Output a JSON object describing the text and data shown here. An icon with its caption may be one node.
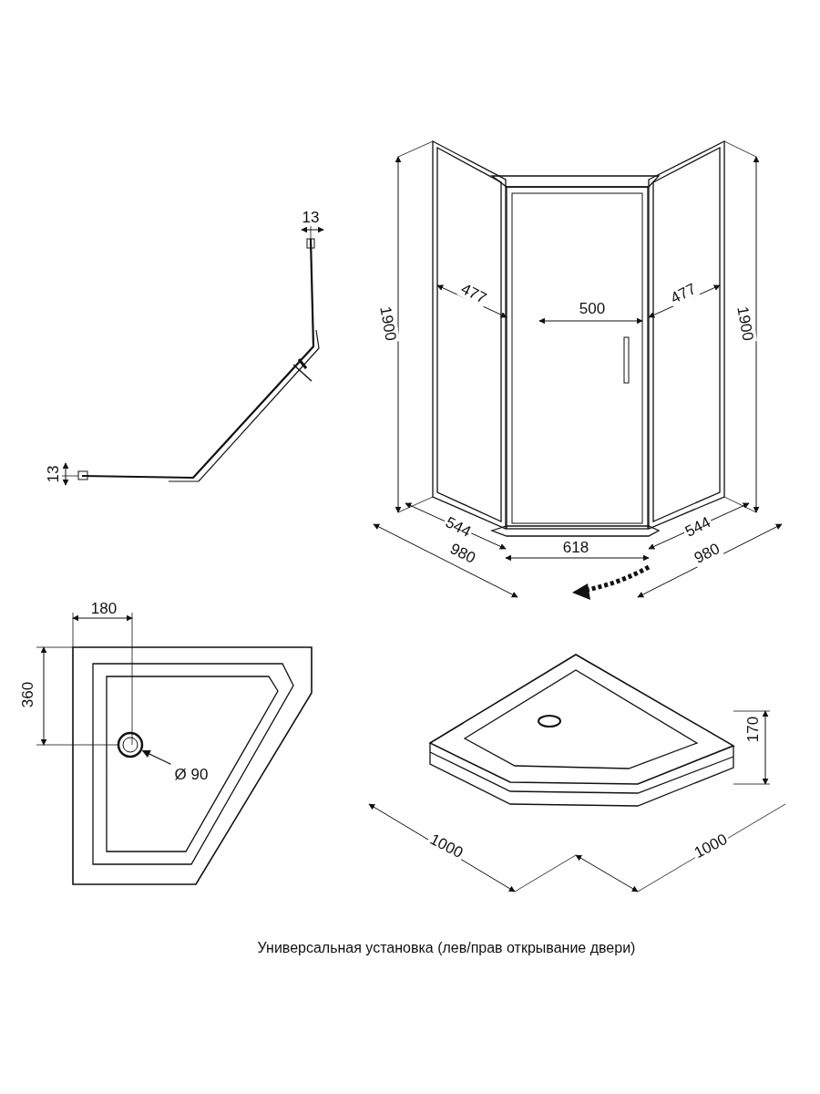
{
  "diagram": {
    "caption": "Универсальная установка (лев/прав открывание двери)",
    "nodes": [
      {
        "text": [
          "Ø 90"
        ]
      },
      {
        "text": [],
        "shape": "circle"
      }
    ],
    "edges": [
      {
        "from": 0,
        "to": 1,
        "arrow": "to"
      }
    ],
    "labels": [
      "13",
      "1900",
      "477",
      "500",
      "477",
      "1900",
      "13",
      "544",
      "618",
      "544",
      "980",
      "980",
      "180",
      "360",
      "170",
      "1000",
      "1000"
    ]
  }
}
